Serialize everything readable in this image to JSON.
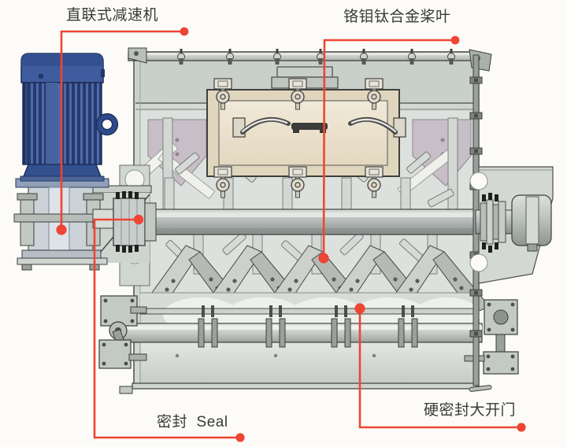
{
  "diagram": {
    "type": "technical-illustration",
    "callouts": [
      {
        "id": "reducer",
        "label": "直联式减速机"
      },
      {
        "id": "blades",
        "label": "铬钼钛合金桨叶"
      },
      {
        "id": "seal",
        "label": "密封  Seal"
      },
      {
        "id": "door",
        "label": "硬密封大开门"
      }
    ],
    "colors": {
      "background": "#fcfbf7",
      "callout_red": "#ee4534",
      "motor_blue": "#3f5c9e",
      "motor_blue_dark": "#22356a",
      "machine_body": "#d6dbd6",
      "door_beige": "#ece2cf",
      "shaft_gray": "#aab0ad",
      "label_text": "#3a3a38"
    }
  }
}
